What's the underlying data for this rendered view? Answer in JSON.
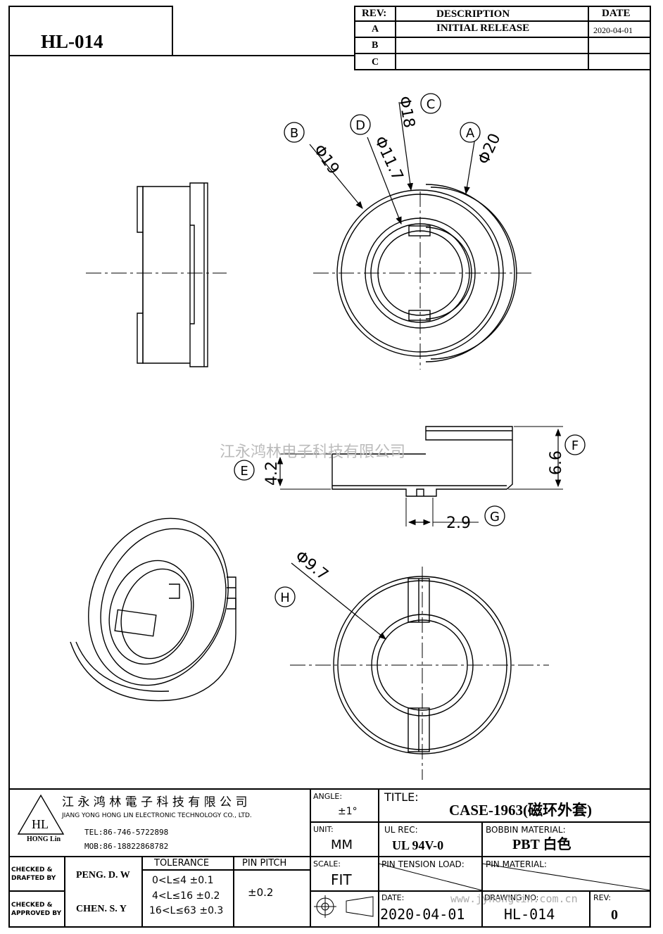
{
  "part_no": "HL-014",
  "revision_table": {
    "headers": {
      "rev": "REV:",
      "description": "DESCRIPTION",
      "date": "DATE"
    },
    "rows": [
      {
        "rev": "A",
        "description": "INITIAL  RELEASE",
        "date": "2020-04-01"
      },
      {
        "rev": "B",
        "description": "",
        "date": ""
      },
      {
        "rev": "C",
        "description": "",
        "date": ""
      }
    ]
  },
  "dimensions": {
    "A": {
      "label": "A",
      "value": "Φ20"
    },
    "B": {
      "label": "B",
      "value": "Φ19"
    },
    "C": {
      "label": "C",
      "value": "Φ18"
    },
    "D": {
      "label": "D",
      "value": "Φ11.7"
    },
    "E": {
      "label": "E",
      "value": "4.2"
    },
    "F": {
      "label": "F",
      "value": "6.6"
    },
    "G": {
      "label": "G",
      "value": "2.9"
    },
    "H": {
      "label": "H",
      "value": "Φ9.7"
    }
  },
  "watermark": "江永鸿林电子科技有限公司",
  "watermark_url": "www.jyhonglin.com.cn",
  "title_block": {
    "company_cn": "江 永 鸿 林 電 子 科 技 有 限 公 司",
    "company_en": "JIANG YONG HONG LIN ELECTRONIC TECHNOLOGY CO., LTD.",
    "logo_text": "HL",
    "logo_sub": "HONG Lin",
    "tel": "TEL:86-746-5722898",
    "mob": "MOB:86-18822868782",
    "angle_label": "ANGLE:",
    "angle_value": "±1°",
    "title_label": "TITLE:",
    "title_value": "CASE-1963(磁环外套)",
    "unit_label": "UNIT:",
    "unit_value": "MM",
    "ul_label": "UL REC:",
    "ul_value": "UL 94V-0",
    "bobbin_label": "BOBBIN MATERIAL:",
    "bobbin_value": "PBT  白色",
    "checked_drafted_label": "CHECKED & DRAFTED BY",
    "checked_drafted_value": "PENG. D. W",
    "checked_approved_label": "CHECKED & APPROVED BY",
    "checked_approved_value": "CHEN. S. Y",
    "tolerance_label": "TOLERANCE",
    "tolerances": [
      "0<L≤4  ±0.1",
      "4<L≤16  ±0.2",
      "16<L≤63  ±0.3"
    ],
    "pin_pitch_label": "PIN PITCH",
    "pin_pitch_value": "±0.2",
    "scale_label": "SCALE:",
    "scale_value": "FIT",
    "pin_tension_label": "PIN TENSION LOAD:",
    "pin_material_label": "PIN MATERIAL:",
    "date_label": "DATE:",
    "date_value": "2020-04-01",
    "drawing_no_label": "DRAWING NO:",
    "drawing_no_value": "HL-014",
    "rev_label": "REV:",
    "rev_value": "0"
  }
}
